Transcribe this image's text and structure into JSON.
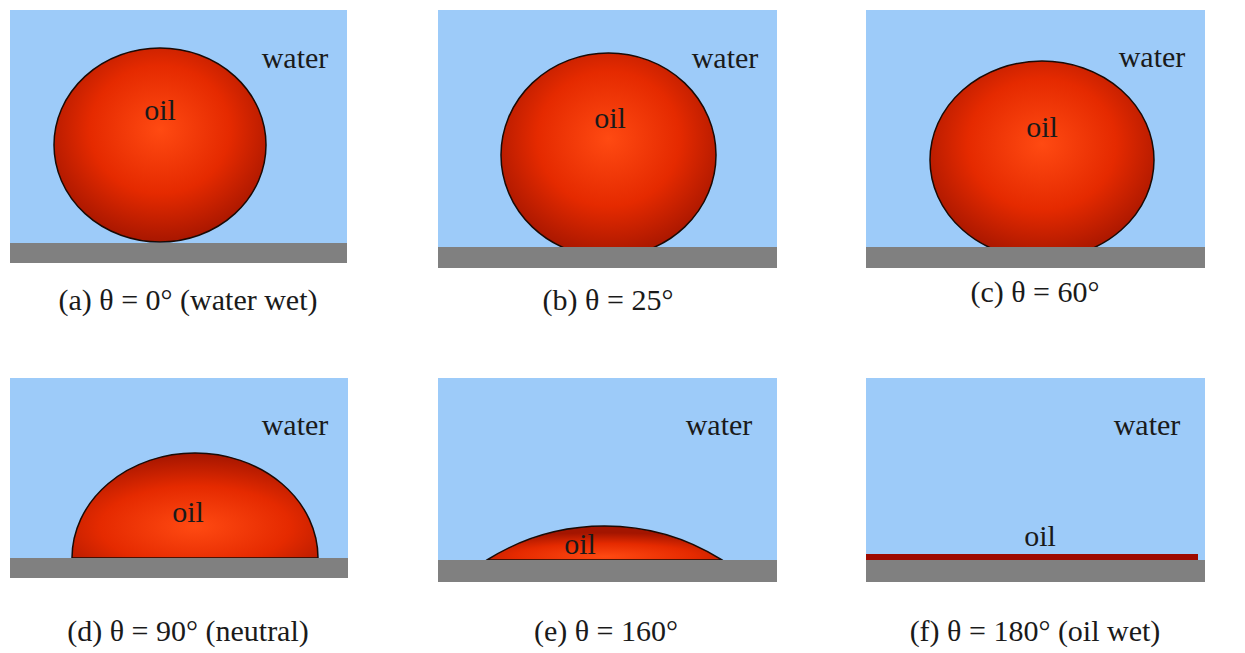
{
  "diagram": {
    "nodes": [
      {
        "text": [
          "water"
        ]
      },
      {
        "text": [
          "oil"
        ],
        "in": 0
      },
      {
        "text": [
          "water"
        ]
      },
      {
        "text": [
          "oil"
        ],
        "in": 2
      },
      {
        "text": [
          "water"
        ]
      },
      {
        "text": [
          "oil"
        ],
        "in": 4
      },
      {
        "text": [
          "water"
        ]
      },
      {
        "text": [
          "oil"
        ],
        "in": 6
      },
      {
        "text": [
          "water"
        ]
      },
      {
        "text": [
          "oil"
        ],
        "in": 8
      },
      {
        "text": [
          "water"
        ]
      },
      {
        "text": [
          "oil"
        ],
        "in": 10
      }
    ],
    "labels": [
      "(a) θ = 0° (water wet)",
      "(b) θ = 25°",
      "(c) θ = 60°",
      "(d) θ = 90° (neutral)",
      "(e) θ = 160°",
      "(f) θ = 180° (oil wet)"
    ]
  }
}
